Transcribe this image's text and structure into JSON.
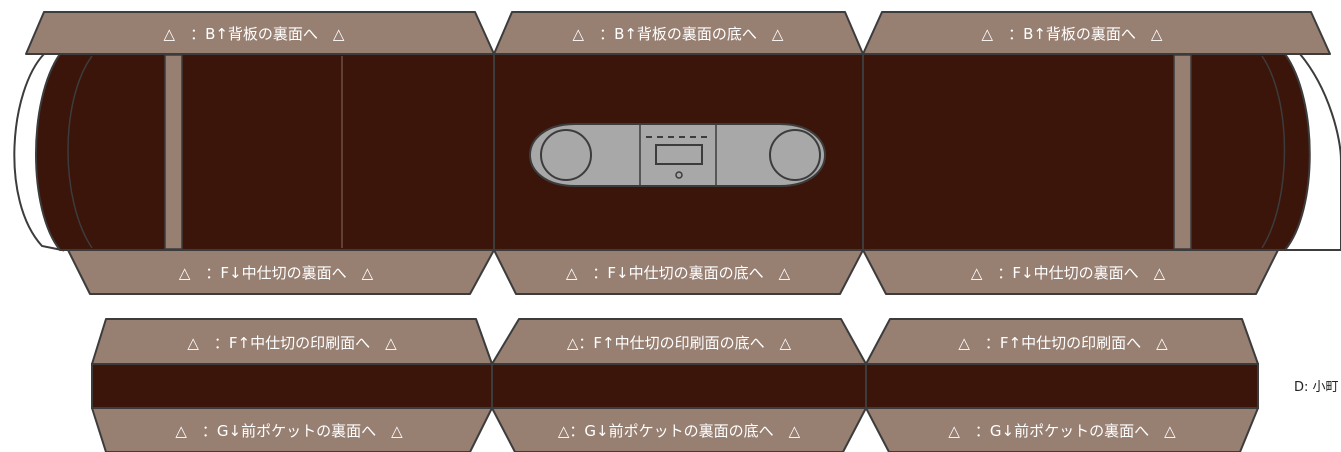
{
  "colors": {
    "panel": "#3b140a",
    "flap": "#977f72",
    "outline": "#3c3c3c",
    "radio_body": "#a8a8a8"
  },
  "top_sheet": {
    "top_flaps": [
      "△　：B↑背板の裏面へ　△",
      "△　：B↑背板の裏面の底へ　△",
      "△　：B↑背板の裏面へ　△"
    ],
    "bottom_flaps": [
      "△　：F↓中仕切の裏面へ　△",
      "△　：F↓中仕切の裏面の底へ　△",
      "△　：F↓中仕切の裏面へ　△"
    ]
  },
  "bottom_sheet": {
    "top_flaps": [
      "△　：F↑中仕切の印刷面へ　△",
      "△：F↑中仕切の印刷面の底へ　△",
      "△　：F↑中仕切の印刷面へ　△"
    ],
    "bottom_flaps": [
      "△　：G↓前ポケットの裏面へ　△",
      "△：G↓前ポケットの裏面の底へ　△",
      "△　：G↓前ポケットの裏面へ　△"
    ]
  },
  "side_note": "D: 小町"
}
